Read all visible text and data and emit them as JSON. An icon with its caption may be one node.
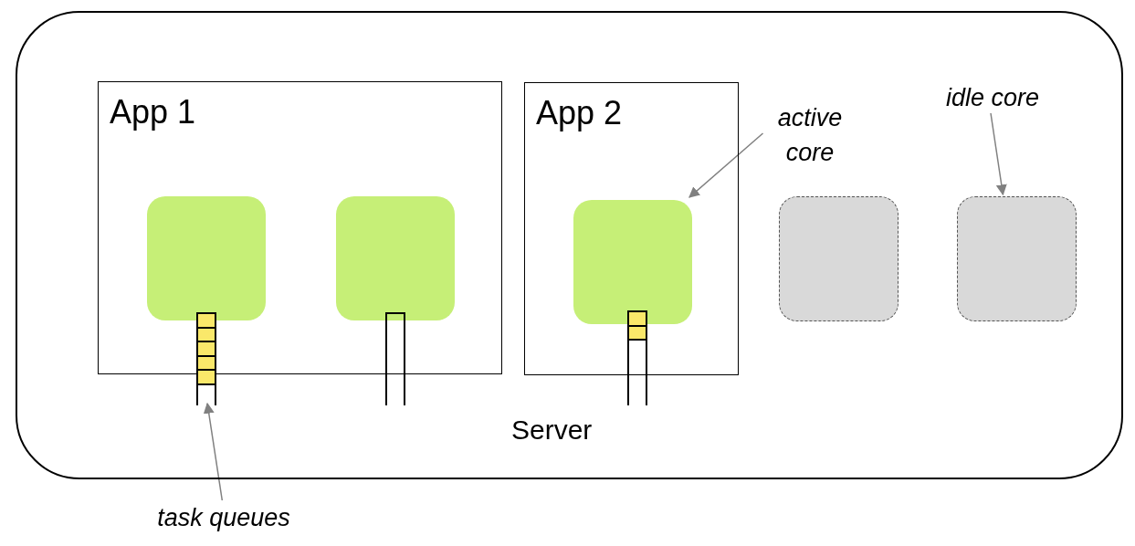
{
  "diagram": {
    "nodes": [
      {
        "text": [
          "Server"
        ]
      },
      {
        "text": [
          "App 1"
        ],
        "in": 0
      },
      {
        "text": [
          "App 2"
        ],
        "in": 0
      },
      {
        "text": [],
        "shape": "box",
        "in": 1
      },
      {
        "text": [],
        "shape": "box",
        "in": 1
      },
      {
        "text": [],
        "shape": "box",
        "in": 2
      },
      {
        "text": [],
        "shape": "box",
        "in": 0
      },
      {
        "text": [],
        "shape": "box",
        "in": 0
      },
      {
        "text": [],
        "shape": "bar",
        "in": 0
      },
      {
        "text": [],
        "shape": "bar",
        "in": 0
      },
      {
        "text": [],
        "shape": "bar",
        "in": 0
      },
      {
        "text": [
          "task queues"
        ]
      },
      {
        "text": [
          "active core"
        ],
        "in": 0
      },
      {
        "text": [
          "idle core"
        ],
        "in": 0
      }
    ],
    "edges": [
      {
        "from": 11,
        "to": 8,
        "arrow": "to"
      },
      {
        "from": 12,
        "to": 5,
        "arrow": "to"
      },
      {
        "from": 13,
        "to": 7,
        "arrow": "to"
      }
    ]
  }
}
